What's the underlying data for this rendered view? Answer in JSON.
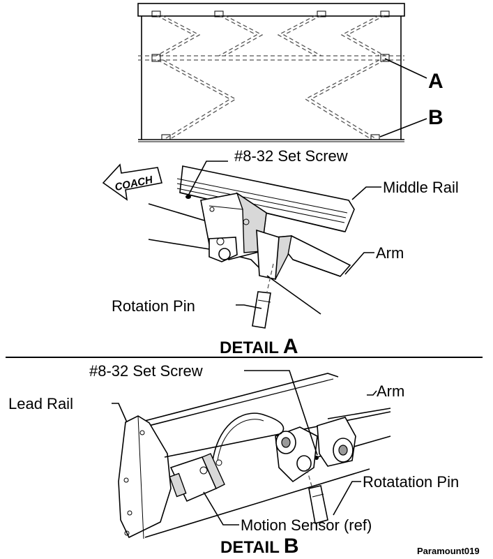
{
  "top_view": {
    "label_a": "A",
    "label_b": "B"
  },
  "detail_a": {
    "set_screw": "#8-32 Set Screw",
    "coach": "COACH",
    "middle_rail": "Middle Rail",
    "arm": "Arm",
    "rotation_pin": "Rotation Pin",
    "title_word": "DETAIL",
    "title_letter": "A"
  },
  "detail_b": {
    "set_screw": "#8-32 Set Screw",
    "arm": "Arm",
    "lead_rail": "Lead Rail",
    "rotation_pin": "Rotatation Pin",
    "motion_sensor": "Motion Sensor (ref)",
    "title_word": "DETAIL",
    "title_letter": "B"
  },
  "figure_id": "Paramount019"
}
